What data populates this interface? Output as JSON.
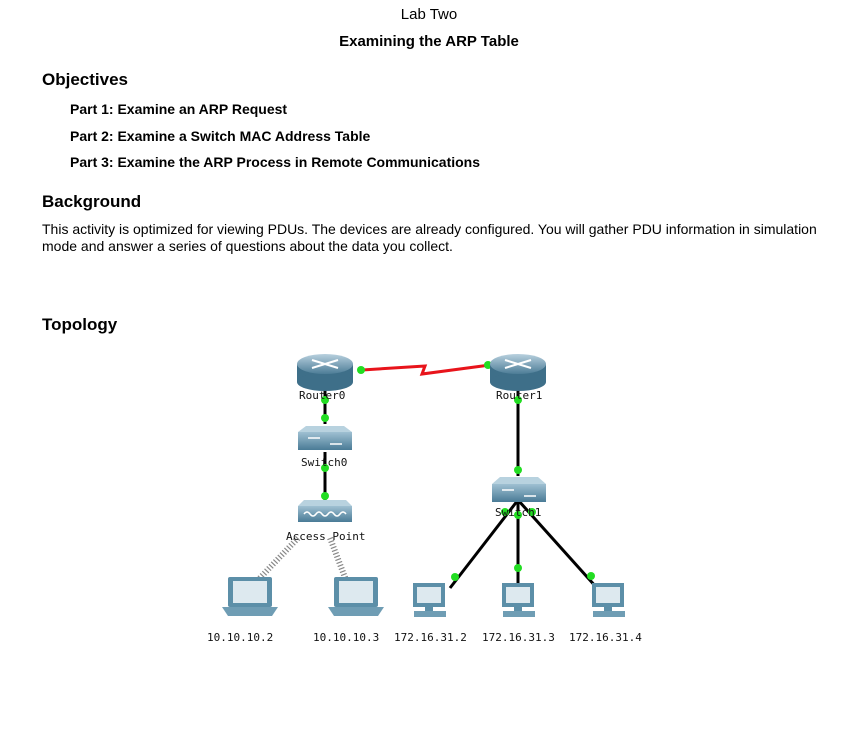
{
  "document": {
    "title": "Lab Two",
    "subtitle": "Examining the ARP Table"
  },
  "objectives": {
    "heading": "Objectives",
    "items": [
      "Part 1: Examine an ARP Request",
      "Part 2: Examine a Switch MAC Address Table",
      "Part 3: Examine the ARP Process in Remote Communications"
    ]
  },
  "background": {
    "heading": "Background",
    "text": "This activity is optimized for viewing PDUs. The devices are already configured. You will gather PDU information in simulation mode and answer a series of questions about the data you collect."
  },
  "topology": {
    "heading": "Topology",
    "devices": {
      "router0": "Router0",
      "router1": "Router1",
      "switch0": "Switch0",
      "switch1": "Switch1",
      "access_point": "Access Point"
    },
    "hosts": [
      "10.10.10.2",
      "10.10.10.3",
      "172.16.31.2",
      "172.16.31.3",
      "172.16.31.4"
    ],
    "colors": {
      "serial_link": "#e8141b",
      "link_up": "#22dd22",
      "device_body": "#5c8fa8"
    }
  }
}
